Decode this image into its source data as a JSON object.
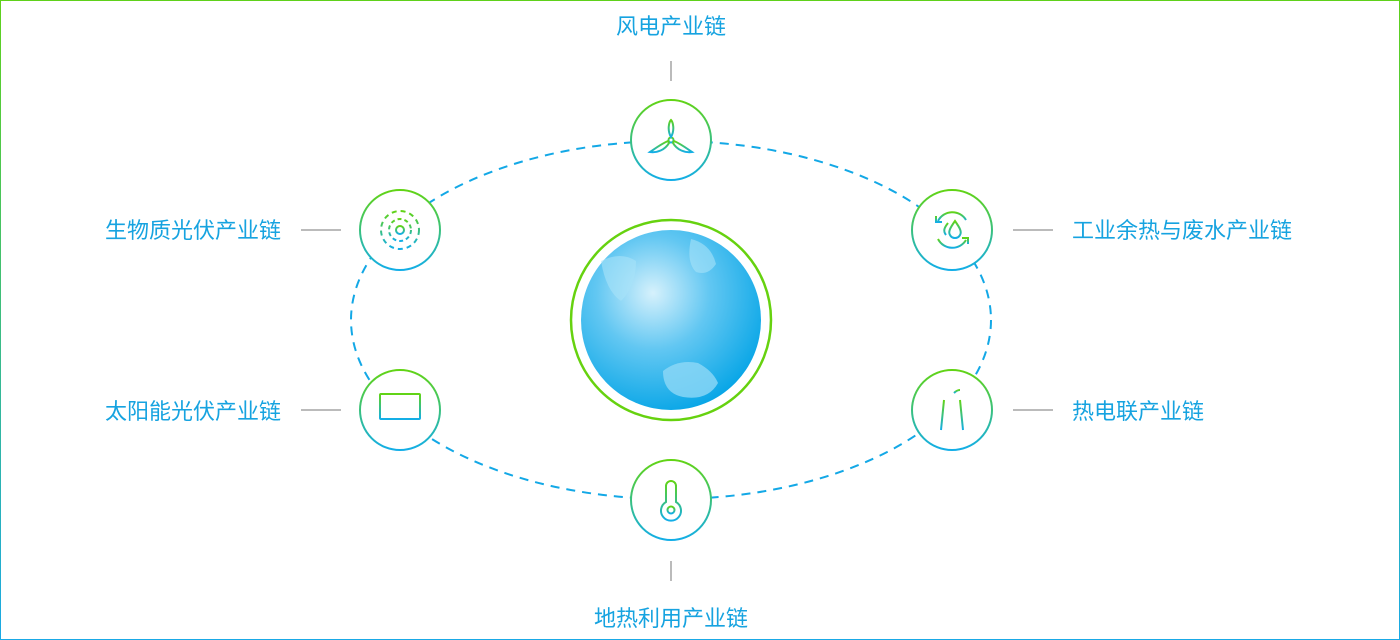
{
  "diagram": {
    "center": {
      "name": "earth-globe"
    },
    "nodes": [
      {
        "label": "风电产业链",
        "icon": "wind-turbine-icon"
      },
      {
        "label": "生物质光伏产业链",
        "icon": "biomass-icon"
      },
      {
        "label": "工业余热与废水产业链",
        "icon": "water-recycle-icon"
      },
      {
        "label": "太阳能光伏产业链",
        "icon": "solar-panel-icon"
      },
      {
        "label": "热电联产业链",
        "icon": "cooling-tower-icon"
      },
      {
        "label": "地热利用产业链",
        "icon": "thermometer-icon"
      }
    ],
    "colors": {
      "text": "#16a3e0",
      "green": "#5fd11a",
      "blue": "#1aa9e6"
    }
  }
}
